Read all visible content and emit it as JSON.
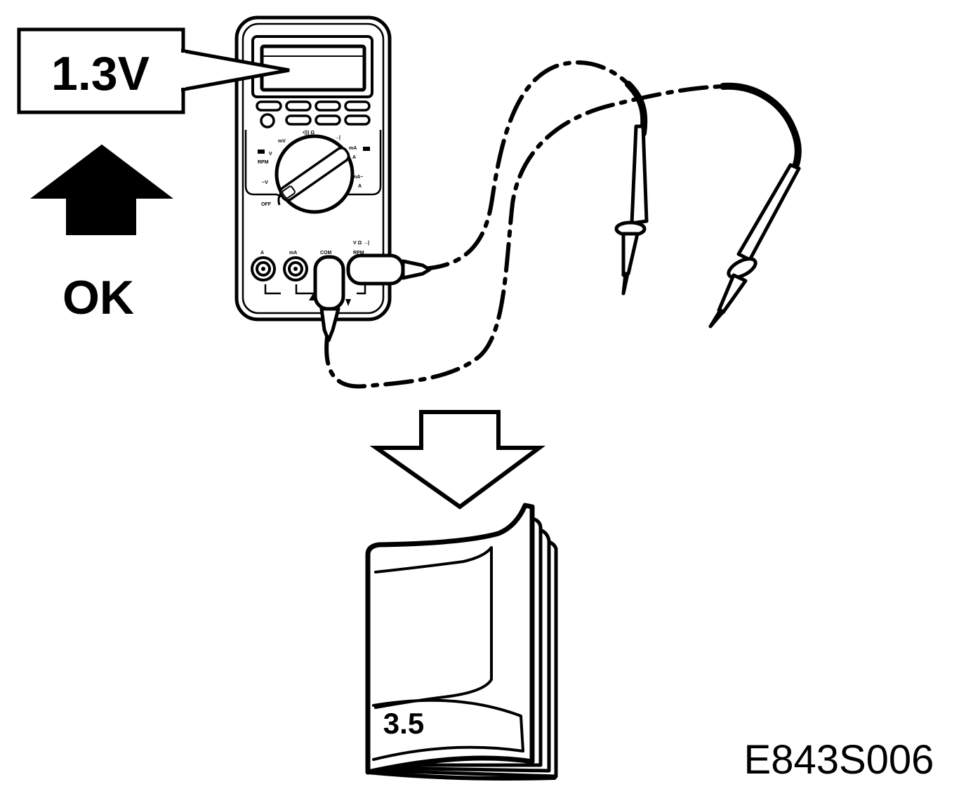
{
  "callout": {
    "reading": "1.3V"
  },
  "ok_indicator": {
    "label": "OK",
    "arrow_direction": "up"
  },
  "multimeter": {
    "dial_labels": {
      "mv": "mV",
      "ohm_sound": "•))) Ω",
      "diode": "→|",
      "ma": "mA",
      "v": "V",
      "rpm": "RPM",
      "a": "A",
      "ma_ac": "mA~",
      "a_lower": "A",
      "v_ac": "~V",
      "off": "OFF"
    },
    "jack_labels": {
      "a": "A",
      "ma": "mA",
      "com": "COM",
      "v_ohm": "V  Ω  →|",
      "rpm": "RPM"
    }
  },
  "manual": {
    "section": "3.5",
    "arrow_direction": "down"
  },
  "figure_code": "E843S006"
}
